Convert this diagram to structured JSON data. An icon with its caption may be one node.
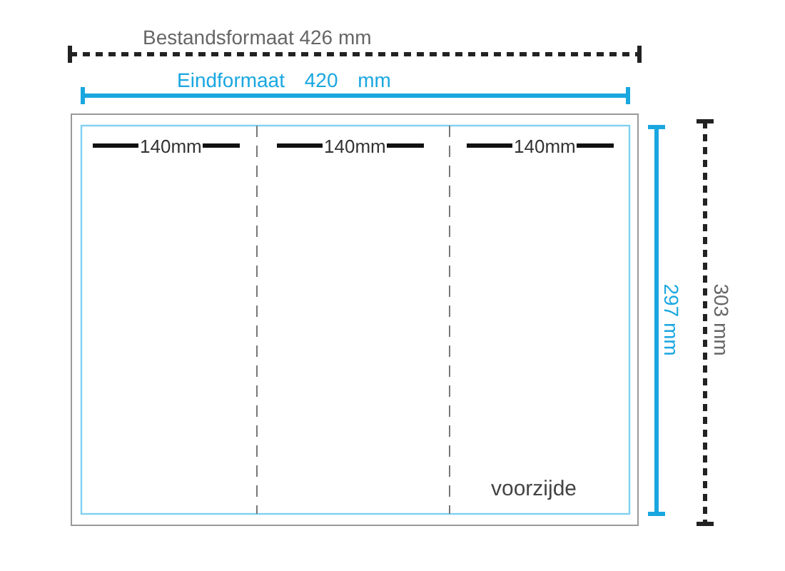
{
  "diagram": {
    "labels": [
      "Bestandsformaat 426 mm",
      "Eindformaat 420 mm",
      "140mm",
      "140mm",
      "140mm",
      "297 mm",
      "303 mm",
      "voorzijde"
    ]
  }
}
